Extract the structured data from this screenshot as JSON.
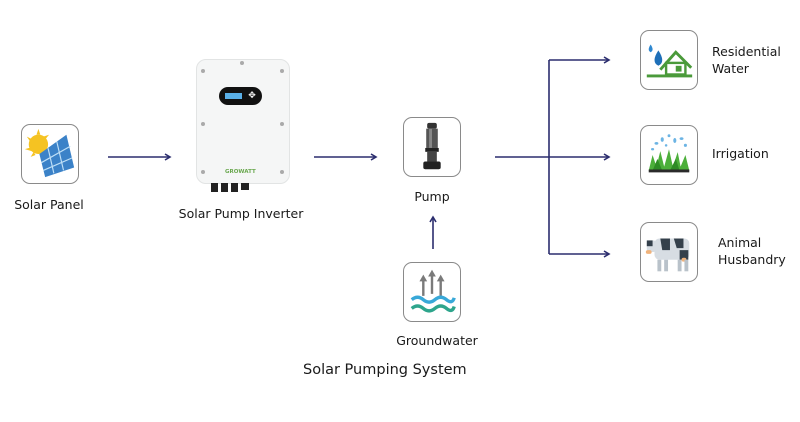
{
  "diagram": {
    "title": "Solar Pumping System",
    "colors": {
      "arrow": "#2b2d6e",
      "box_border": "#8a8a8a"
    },
    "nodes": {
      "solar_panel": {
        "label": "Solar Panel",
        "icon": "solar-panel-icon"
      },
      "inverter": {
        "label": "Solar Pump Inverter",
        "icon": "inverter-device-icon",
        "brand": "GROWATT"
      },
      "pump": {
        "label": "Pump",
        "icon": "pump-icon"
      },
      "groundwater": {
        "label": "Groundwater",
        "icon": "groundwater-icon"
      },
      "residential": {
        "label_line1": "Residential",
        "label_line2": "Water",
        "icon": "house-water-icon"
      },
      "irrigation": {
        "label": "Irrigation",
        "icon": "sprinkler-grass-icon"
      },
      "animal": {
        "label_line1": "Animal",
        "label_line2": "Husbandry",
        "icon": "cow-icon"
      }
    },
    "edges": [
      {
        "from": "Solar Panel",
        "to": "Solar Pump Inverter"
      },
      {
        "from": "Solar Pump Inverter",
        "to": "Pump"
      },
      {
        "from": "Groundwater",
        "to": "Pump"
      },
      {
        "from": "Pump",
        "to": "Residential Water"
      },
      {
        "from": "Pump",
        "to": "Irrigation"
      },
      {
        "from": "Pump",
        "to": "Animal Husbandry"
      }
    ]
  }
}
